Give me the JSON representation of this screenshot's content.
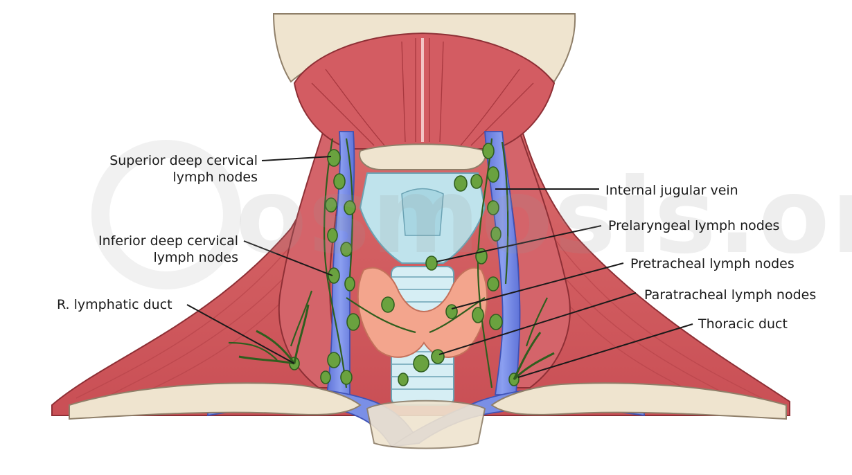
{
  "labels": {
    "superior_deep": [
      "Superior deep cervical",
      "lymph nodes"
    ],
    "inferior_deep": [
      "Inferior deep cervical",
      "lymph nodes"
    ],
    "r_lymphatic_duct": "R. lymphatic duct",
    "internal_jugular": "Internal jugular vein",
    "prelaryngeal": "Prelaryngeal lymph nodes",
    "pretracheal": "Pretracheal lymph nodes",
    "paratracheal": "Paratracheal lymph nodes",
    "thoracic_duct": "Thoracic duct"
  },
  "watermark": "osmosis.org",
  "colors": {
    "muscle": "#cf5b5e",
    "muscle_light": "#e59c9c",
    "bone": "#efe4cf",
    "bone_outline": "#8f7f69",
    "vein": "#6f86e2",
    "lymph": "#6aa23f",
    "lymph_dark": "#2f5e1e",
    "cartilage": "#bfe3ec",
    "thyroid": "#f3a58d"
  },
  "icons": {
    "watermark": "osmosis-ring-logo"
  }
}
